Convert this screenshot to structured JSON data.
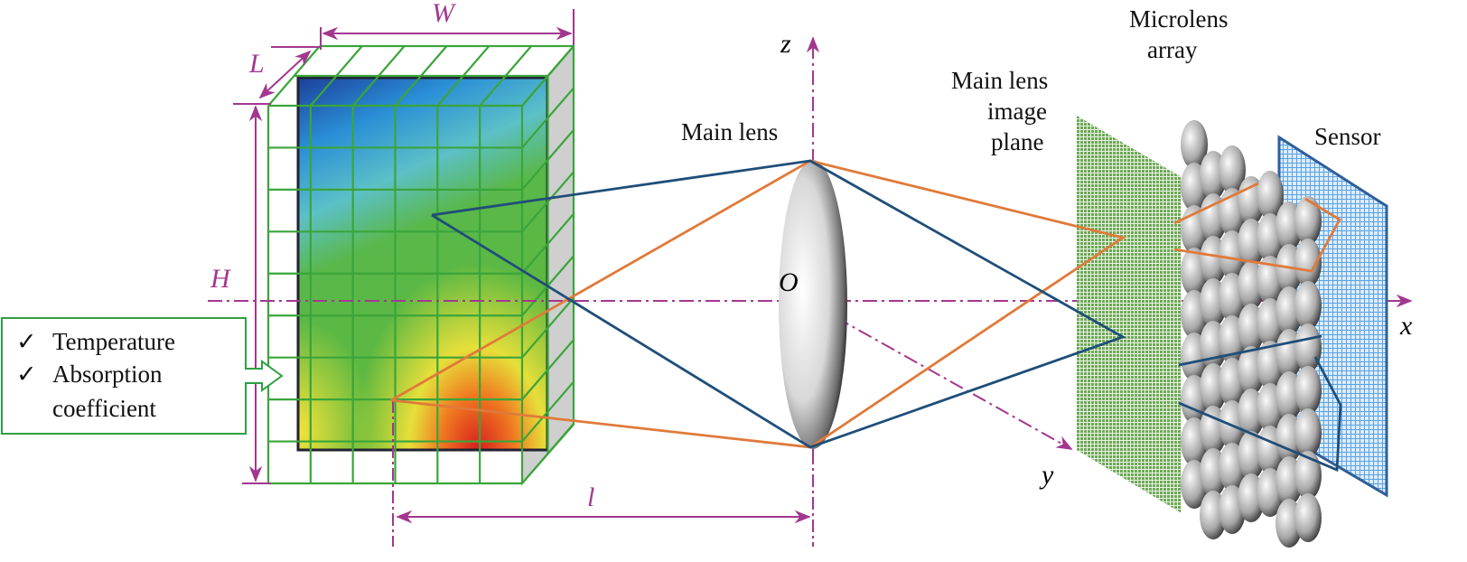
{
  "labels": {
    "width": "W",
    "length": "L",
    "height": "H",
    "distance": "l",
    "z_axis": "z",
    "x_axis": "x",
    "y_axis": "y",
    "origin": "O",
    "main_lens": "Main lens",
    "image_plane": [
      "Main lens",
      "image",
      "plane"
    ],
    "microlens": [
      "Microlens",
      "array"
    ],
    "sensor": "Sensor"
  },
  "input_box": {
    "items": [
      {
        "check": "✓",
        "text": [
          "Temperature"
        ]
      },
      {
        "check": "✓",
        "text": [
          "Absorption",
          "coefficient"
        ]
      }
    ]
  },
  "colors": {
    "dimension": "#a3378f",
    "grid": "#3aa53a",
    "ray_orange": "#e07a3a",
    "ray_blue": "#1f4e79",
    "box_border": "#2ea043"
  }
}
